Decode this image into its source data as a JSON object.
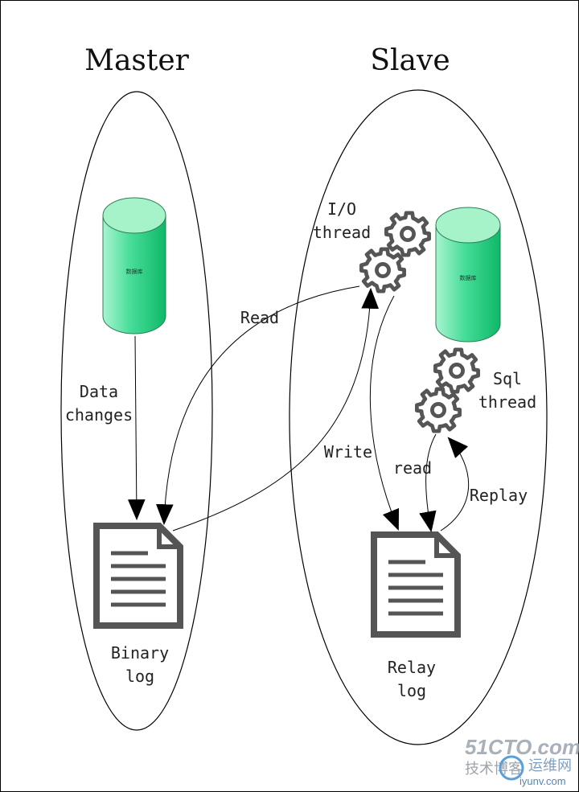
{
  "master": {
    "title": "Master",
    "database_label": "数据库",
    "data_changes": [
      "Data",
      "changes"
    ],
    "binary_log": [
      "Binary",
      "log"
    ]
  },
  "slave": {
    "title": "Slave",
    "database_label": "数据库",
    "io_thread": [
      "I/O",
      "thread"
    ],
    "sql_thread": [
      "Sql",
      "thread"
    ],
    "relay_log": [
      "Relay",
      "log"
    ]
  },
  "arrows": {
    "read_binlog": "Read",
    "write_relay": "Write",
    "read_relay": "read",
    "replay": "Replay"
  },
  "watermark": {
    "site": "51CTO.com",
    "blog": "技术博客",
    "ops": "运维网",
    "url": "iyunv.com"
  },
  "colors": {
    "database_fill": "#19c77a",
    "database_top": "#9ff2c8",
    "gear": "#555555",
    "document": "#555555",
    "stroke": "#000000"
  }
}
